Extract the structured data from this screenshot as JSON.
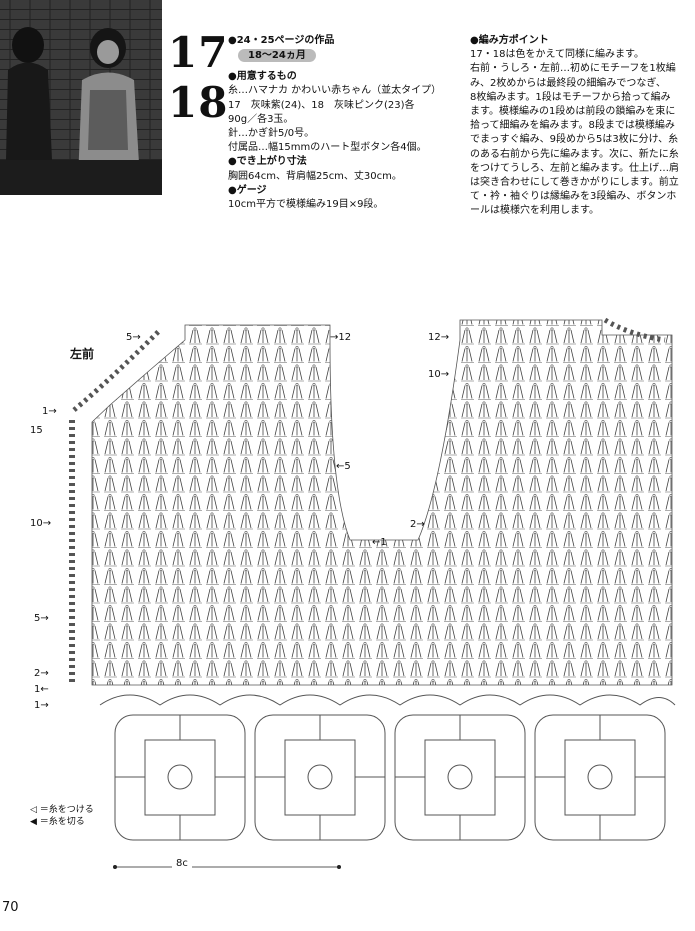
{
  "header": {
    "pattern_numbers": [
      "17",
      "18"
    ],
    "pages_ref": "●24・25ページの作品",
    "size_badge": "18〜24ヵ月"
  },
  "materials": {
    "heading": "●用意するもの",
    "lines": [
      "糸…ハマナカ かわいい赤ちゃん（並太タイプ）",
      "17　灰味紫(24)、18　灰味ピンク(23)各",
      "90g／各3玉。",
      "針…かぎ針5/0号。",
      "付属品…幅15mmのハート型ボタン各4個。"
    ]
  },
  "finished_size": {
    "heading": "●でき上がり寸法",
    "text": "胸囲64cm、背肩幅25cm、丈30cm。"
  },
  "gauge": {
    "heading": "●ゲージ",
    "text": "10cm平方で模様編み19目×9段。"
  },
  "points": {
    "heading": "●編み方ポイント",
    "lines": [
      "17・18は色をかえて同様に編みます。",
      "右前・うしろ・左前…初めにモチーフを1枚編",
      "み、2枚めからは最終段の細編みでつなぎ、",
      "8枚編みます。1段はモチーフから拾って編み",
      "ます。模様編みの1段めは前段の鎖編みを束に",
      "拾って細編みを編みます。8段までは模様編み",
      "でまっすぐ編み、9段めから5は3枚に分け、糸",
      "のある右前から先に編みます。次に、新たに糸",
      "をつけてうしろ、左前と編みます。仕上げ…肩",
      "は突き合わせにして巻きかがりにします。前立",
      "て・衿・袖ぐりは縁編みを3段編み、ボタンホ",
      "ールは模様穴を利用します。"
    ]
  },
  "diagram": {
    "section_label": "左前",
    "row_labels": [
      "5→",
      "1→",
      "15",
      "10→",
      "5→",
      "2→",
      "1←",
      "1→",
      "→12",
      "←5",
      "←1",
      "12→",
      "10→",
      "2→"
    ],
    "scale_label": "8c"
  },
  "legend": {
    "attach": "◁ ＝糸をつける",
    "cut": "◀ ＝糸を切る"
  },
  "page_number": "70"
}
